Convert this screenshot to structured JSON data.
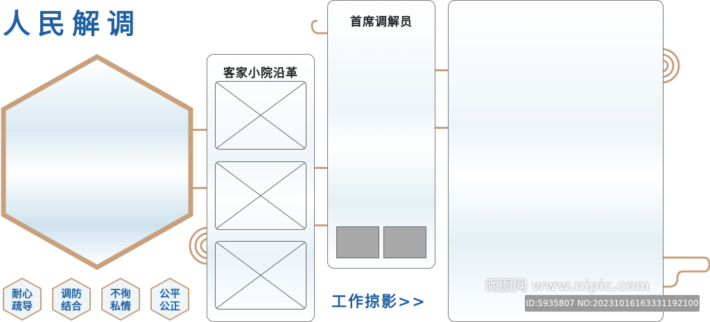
{
  "title": "人民解调",
  "panels": {
    "history_title": "客家小院沿革",
    "mediator_title": "首席调解员"
  },
  "works_label": "工作掠影>>",
  "values": [
    {
      "line1": "耐心",
      "line2": "疏导"
    },
    {
      "line1": "调防",
      "line2": "结合"
    },
    {
      "line1": "不徇",
      "line2": "私情"
    },
    {
      "line1": "公平",
      "line2": "公正"
    }
  ],
  "watermark": {
    "site": "昵图网 www.nipic.com",
    "id": "ID:5935807 NO:20231016163331192100"
  },
  "colors": {
    "accent": "#1f5fa3",
    "frame": "#c9a07c"
  }
}
